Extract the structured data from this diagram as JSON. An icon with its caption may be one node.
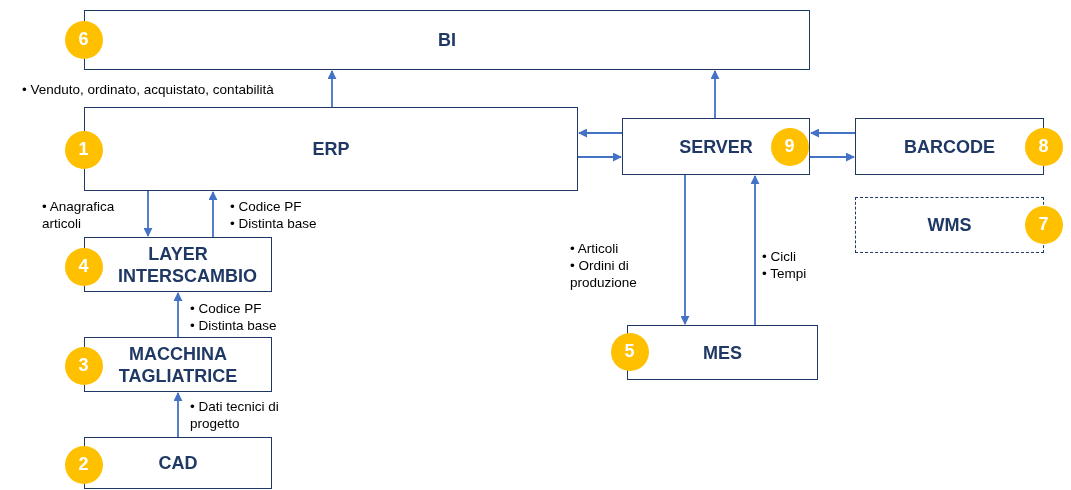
{
  "diagram": {
    "nodes": [
      {
        "text": [
          "6",
          "BI"
        ]
      },
      {
        "text": [
          "1",
          "ERP"
        ]
      },
      {
        "text": [
          "SERVER",
          "9"
        ]
      },
      {
        "text": [
          "BARCODE",
          "8"
        ]
      },
      {
        "text": [
          "WMS",
          "7"
        ]
      },
      {
        "text": [
          "4",
          "LAYER INTERSCAMBIO"
        ]
      },
      {
        "text": [
          "3",
          "MACCHINA TAGLIATRICE"
        ]
      },
      {
        "text": [
          "5",
          "MES"
        ]
      },
      {
        "text": [
          "2",
          "CAD"
        ]
      }
    ],
    "edges": [
      {
        "from": 1,
        "to": 0,
        "arrow": "to",
        "label": "• Venduto, ordinato, acquistato, contabilità"
      },
      {
        "from": 2,
        "to": 0,
        "arrow": "to"
      },
      {
        "from": 2,
        "to": 1,
        "arrow": "to"
      },
      {
        "from": 1,
        "to": 2,
        "arrow": "to"
      },
      {
        "from": 3,
        "to": 2,
        "arrow": "to"
      },
      {
        "from": 2,
        "to": 3,
        "arrow": "to"
      },
      {
        "from": 1,
        "to": 5,
        "arrow": "to",
        "label": "• Anagrafica articoli"
      },
      {
        "from": 5,
        "to": 1,
        "arrow": "to",
        "label": "• Codice PF • Distinta base"
      },
      {
        "from": 6,
        "to": 5,
        "arrow": "to",
        "label": "• Codice PF • Distinta base"
      },
      {
        "from": 8,
        "to": 6,
        "arrow": "to",
        "label": "• Dati tecnici di progetto"
      },
      {
        "from": 2,
        "to": 7,
        "arrow": "to",
        "label": "• Articoli • Ordini di produzione"
      },
      {
        "from": 7,
        "to": 2,
        "arrow": "to",
        "label": "• Cicli • Tempi"
      }
    ]
  }
}
